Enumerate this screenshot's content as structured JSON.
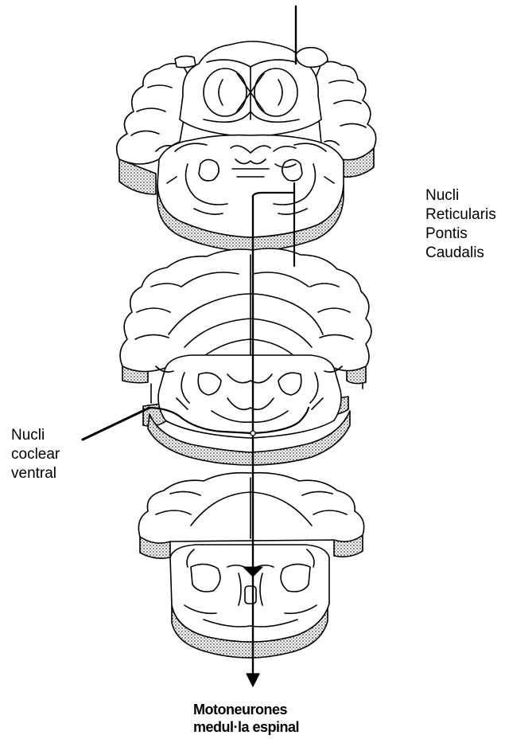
{
  "labels": {
    "pontis": [
      "Nucli",
      "Reticularis",
      "Pontis",
      "Caudalis"
    ],
    "coclear": [
      "Nucli",
      "coclear",
      "ventral"
    ],
    "output": [
      "Motoneurones",
      "medul·la espinal"
    ]
  }
}
